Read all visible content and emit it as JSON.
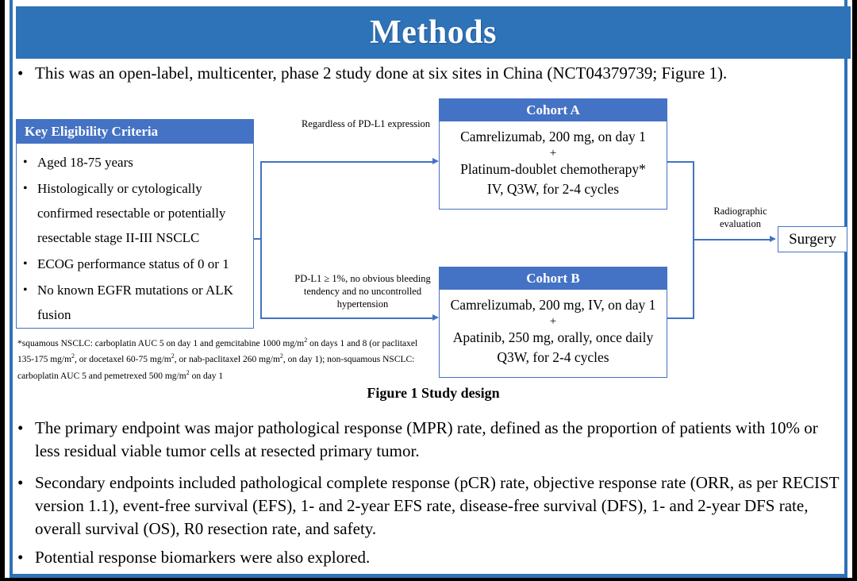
{
  "slide": {
    "title": "Methods",
    "accent_banner_color": "#2e72b8",
    "accent_box_color": "#4472c4",
    "bullet_glyph": "•"
  },
  "intro": {
    "bullet": "•",
    "text": "This was an open-label, multicenter, phase 2 study done at six sites in China (NCT04379739; Figure 1)."
  },
  "figure": {
    "caption": "Figure 1 Study design",
    "eligibility": {
      "header": "Key  Eligibility Criteria",
      "bullet": "•",
      "items": [
        "Aged 18-75 years",
        "Histologically or cytologically confirmed resectable or potentially resectable stage II-III NSCLC",
        "ECOG performance status of 0 or 1",
        "No known EGFR mutations or ALK fusion"
      ]
    },
    "footnote": "*squamous NSCLC: carboplatin AUC 5 on day 1 and gemcitabine 1000 mg/m2 on days 1 and 8 (or paclitaxel 135-175 mg/m2, or docetaxel 60-75 mg/m2, or nab-paclitaxel 260 mg/m2, on day 1); non-squamous NSCLC: carboplatin AUC 5 and pemetrexed 500 mg/m2 on day 1",
    "cohort_a": {
      "header": "Cohort A",
      "line1": "Camrelizumab, 200 mg, on day 1",
      "plus": "+",
      "line2": "Platinum-doublet chemotherapy*",
      "line3": "IV, Q3W, for 2-4 cycles"
    },
    "cohort_b": {
      "header": "Cohort B",
      "line1": "Camrelizumab, 200 mg, IV, on day 1",
      "plus": "+",
      "line2": "Apatinib, 250 mg, orally, once daily",
      "line3": "Q3W, for 2-4 cycles"
    },
    "connectors": {
      "top_label": "Regardless of PD-L1 expression",
      "bottom_label": "PD-L1 ≥ 1%, no obvious bleeding tendency and no uncontrolled hypertension",
      "right_label": "Radiographic evaluation"
    },
    "surgery": {
      "label": "Surgery"
    }
  },
  "endpoint_bullets": [
    {
      "bullet": "•",
      "text": "The primary endpoint was major pathological response (MPR) rate, defined as the proportion of patients with 10% or less residual viable tumor cells at resected primary tumor."
    },
    {
      "bullet": "•",
      "text": "Secondary endpoints included pathological complete response (pCR) rate, objective response rate (ORR, as per RECIST version 1.1), event-free survival (EFS), 1- and 2-year EFS rate, disease-free survival (DFS), 1- and 2-year DFS rate, overall survival (OS), R0 resection rate, and safety."
    },
    {
      "bullet": "•",
      "text": "Potential response biomarkers were also explored."
    }
  ]
}
